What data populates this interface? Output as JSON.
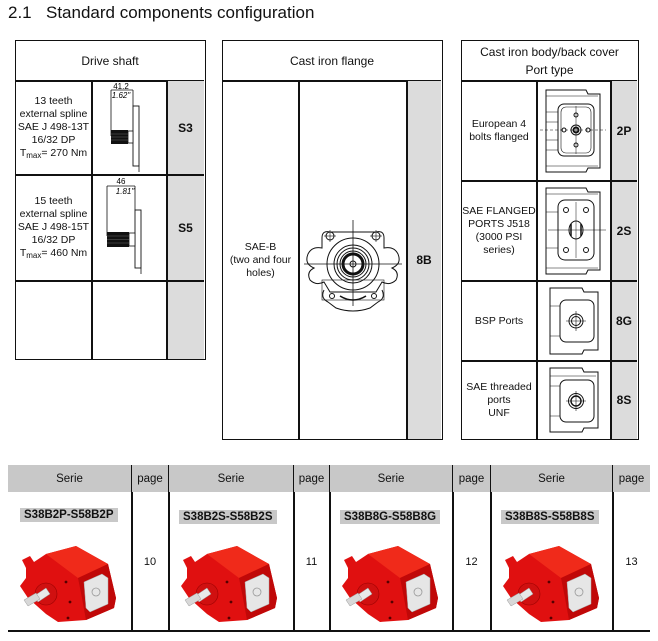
{
  "section": {
    "number": "2.1",
    "title": "Standard components configuration"
  },
  "drive_shaft": {
    "header": "Drive shaft",
    "rows": [
      {
        "desc_lines": [
          "13 teeth",
          "external spline",
          "SAE J 498-13T",
          "16/32 DP"
        ],
        "tmax_prefix": "T",
        "tmax_sub": "max",
        "tmax_value": "= 270 Nm",
        "dim_mm": "41.2",
        "dim_in": "1.62\"",
        "code": "S3"
      },
      {
        "desc_lines": [
          "15 teeth",
          "external spline",
          "SAE J 498-15T",
          "16/32 DP"
        ],
        "tmax_prefix": "T",
        "tmax_sub": "max",
        "tmax_value": "= 460 Nm",
        "dim_mm": "46",
        "dim_in": "1.81\"",
        "code": "S5"
      }
    ]
  },
  "flange": {
    "header": "Cast iron flange",
    "rows": [
      {
        "desc_lines": [
          "SAE-B",
          "(two and four",
          "holes)"
        ],
        "code": "8B"
      }
    ]
  },
  "body": {
    "header_lines": [
      "Cast iron body/back cover",
      "Port type"
    ],
    "rows": [
      {
        "desc_lines": [
          "European 4",
          "bolts flanged"
        ],
        "code": "2P"
      },
      {
        "desc_lines": [
          "SAE FLANGED",
          "PORTS J518",
          "(3000 PSI",
          "series)"
        ],
        "code": "2S"
      },
      {
        "desc_lines": [
          "BSP Ports"
        ],
        "code": "8G"
      },
      {
        "desc_lines": [
          "SAE threaded",
          "ports",
          "UNF"
        ],
        "code": "8S"
      }
    ]
  },
  "series_table": {
    "header_serie": "Serie",
    "header_page": "page",
    "items": [
      {
        "serie": "S38B2P-S58B2P",
        "page": "10"
      },
      {
        "serie": "S38B2S-S58B2S",
        "page": "11"
      },
      {
        "serie": "S38B8G-S58B8G",
        "page": "12"
      },
      {
        "serie": "S38B8S-S58B8S",
        "page": "13"
      }
    ]
  },
  "colors": {
    "code_bg": "#dcdcdc",
    "header_bg": "#c8c8c8",
    "pump_red": "#e01010"
  }
}
